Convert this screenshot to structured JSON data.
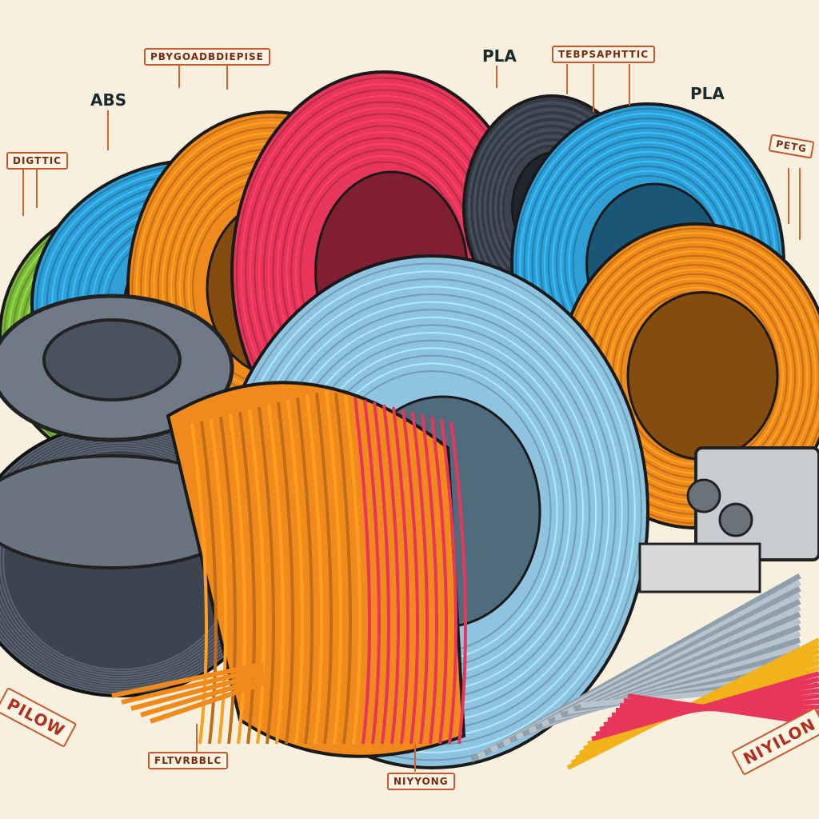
{
  "labels": {
    "top_box_left": "PBYGOADBDIEPISE",
    "abs": "ABS",
    "left_box": "DIGTTIC",
    "pla_top": "PLA",
    "top_box_right": "TEBPSAPHTTIC",
    "pla_right": "PLA",
    "petg": "PETG",
    "pilow": "PILOW",
    "flexible": "FLTVRBBLC",
    "bottom_center": "NIYYONG",
    "nylon": "NIYILON"
  },
  "colors": {
    "background": "#f8f0df",
    "label_border": "#c8582a",
    "green": "#7cb83a",
    "blue": "#2f9fd8",
    "orange": "#f08a1c",
    "pink": "#e8365a",
    "dark": "#3c4450",
    "light_blue": "#8ec4e0"
  }
}
